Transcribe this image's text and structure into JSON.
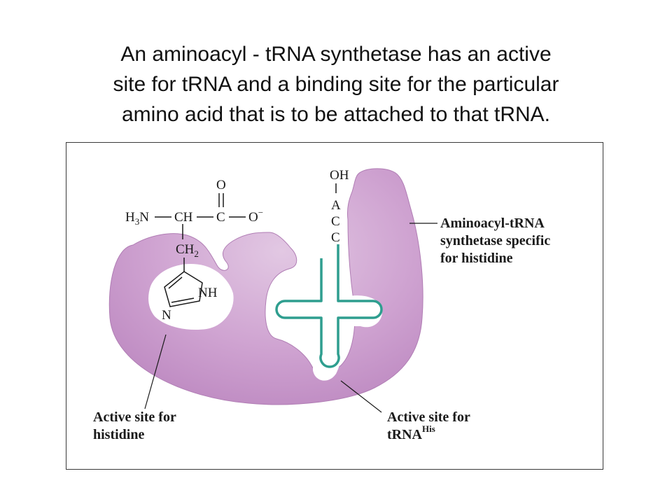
{
  "title": {
    "line1": "An aminoacyl - tRNA synthetase has an active",
    "line2": "site for tRNA and a binding site for the particular",
    "line3": "amino acid that is to be attached to that tRNA."
  },
  "colors": {
    "enzyme_fill": "#c698c9",
    "enzyme_highlight": "#dcc0de",
    "trna_stroke": "#2f9e8f",
    "text": "#1a1a1a"
  },
  "histidine": {
    "h3n": "H",
    "h3n_sub": "3",
    "h3n_tail": "N",
    "ch": "CH",
    "c": "C",
    "o_top": "O",
    "o_minus": "O",
    "charge": "−",
    "ch2": "CH",
    "ch2_sub": "2",
    "nh": "NH",
    "n": "N"
  },
  "trna_end": {
    "oh": "OH",
    "a": "A",
    "c1": "C",
    "c2": "C"
  },
  "labels": {
    "enzyme": [
      "Aminoacyl-tRNA",
      "synthetase specific",
      "for histidine"
    ],
    "histidine_site": [
      "Active site for",
      "histidine"
    ],
    "trna_site_line1": "Active site for",
    "trna_site_line2": "tRNA",
    "trna_site_sup": "His"
  }
}
